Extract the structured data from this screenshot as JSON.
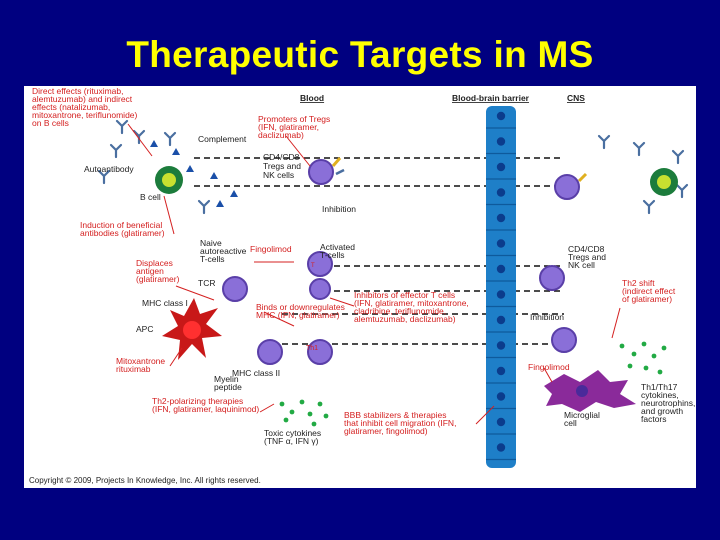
{
  "title": "Therapeutic Targets in MS",
  "headers": {
    "blood": "Blood",
    "bbb": "Blood-brain barrier",
    "cns": "CNS"
  },
  "red_labels": {
    "direct_effects": [
      "Direct effects (rituximab,",
      "alemtuzumab) and indirect",
      "effects (natalizumab,",
      "mitoxantrone, teriflunomide)",
      "on B cells"
    ],
    "promoters_tregs": [
      "Promoters of Tregs",
      "(IFN, glatiramer,",
      "daclizumab)"
    ],
    "induction": [
      "Induction of beneficial",
      "antibodies (glatiramer)"
    ],
    "fingolimod_blood": "Fingolimod",
    "displaces": [
      "Displaces",
      "antigen",
      "(glatiramer)"
    ],
    "binds": [
      "Binds or downregulates",
      "MHC (IFN, glatiramer)"
    ],
    "inhibitors": [
      "Inhibitors of effector T cells",
      "(IFN, glatiramer, mitoxantrone,",
      "cladribine, teriflunomide,",
      "alemtuzumab, daclizumab)"
    ],
    "mitoxantrone": [
      "Mitoxantrone",
      "rituximab"
    ],
    "th2_polarizing": [
      "Th2-polarizing therapies",
      "(IFN, glatiramer, laquinimod)"
    ],
    "bbb_stabilizers": [
      "BBB stabilizers & therapies",
      "that inhibit cell migration (IFN,",
      "glatiramer, fingolimod)"
    ],
    "th2_shift": [
      "Th2 shift",
      "(indirect effect",
      "of glatiramer)"
    ],
    "fingolimod_cns": "Fingolimod"
  },
  "black_labels": {
    "complement": "Complement",
    "autoantibody": "Autoantibody",
    "b_cell": "B cell",
    "cd4cd8_blood": [
      "CD4/CD8",
      "Tregs and",
      "NK cells"
    ],
    "inhibition_blood": "Inhibition",
    "naive": [
      "Naive",
      "autoreactive",
      "T-cells"
    ],
    "activated": [
      "Activated",
      "T-cells"
    ],
    "tcr": "TCR",
    "mhc1": "MHC class I",
    "apc": "APC",
    "mhc2": "MHC class II",
    "myelin": [
      "Myelin",
      "peptide"
    ],
    "toxic": [
      "Toxic cytokines",
      "(TNF α, IFN γ)"
    ],
    "cd4cd8_cns": [
      "CD4/CD8",
      "Tregs and",
      "NK cell"
    ],
    "inhibition_cns": "Inhibition",
    "microglial": [
      "Microglial",
      "cell"
    ],
    "th1th17": [
      "Th1/Th17",
      "cytokines,",
      "neurotrophins,",
      "and growth",
      "factors"
    ],
    "copyright": "Copyright © 2009, Projects In Knowledge, Inc. All rights reserved.",
    "th1_mark": "Th1"
  },
  "colors": {
    "background": "#000080",
    "title": "#ffff00",
    "barrier": "#1e7fc8",
    "nucleus": "#0b3c8c",
    "treg": "#8a6fd8",
    "bcell_ring": "#1c7c3c",
    "bcell_core": "#c8e030",
    "apc": "#c81818",
    "red_text": "#d42020",
    "antibody": "#4a6fa0",
    "cytokine": "#22aa44",
    "microglia": "#8a2a9a"
  }
}
